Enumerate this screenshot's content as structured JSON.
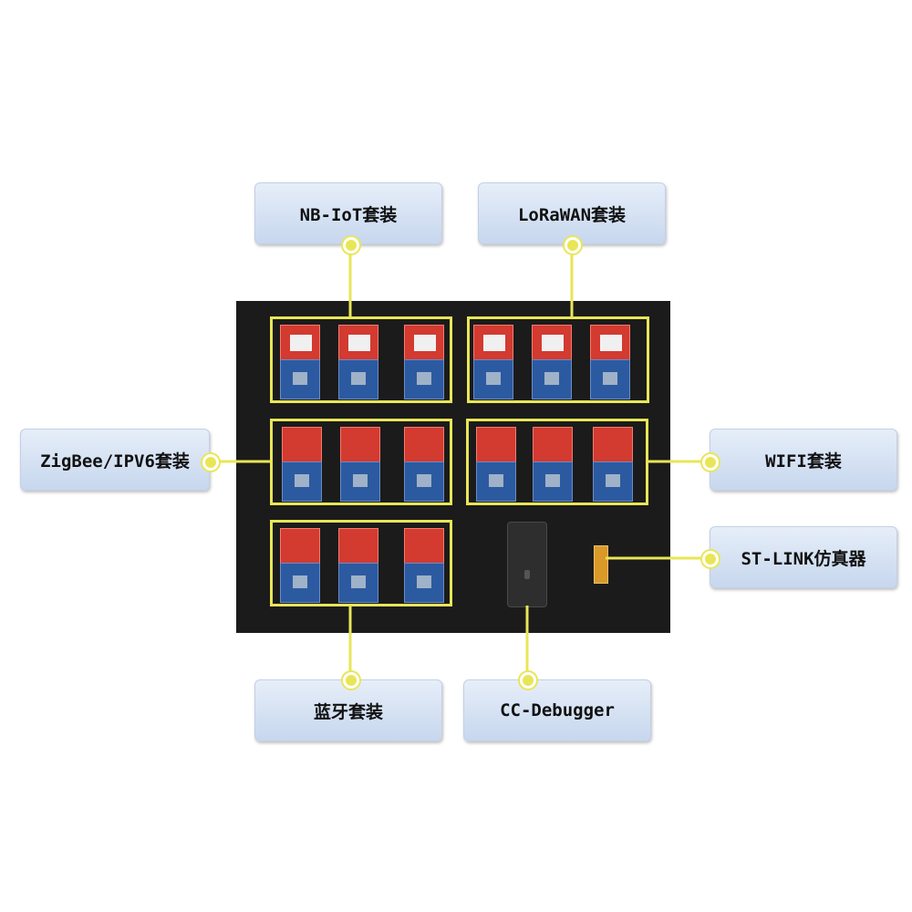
{
  "labels": {
    "nbiot": "NB-IoT套装",
    "lorawan": "LoRaWAN套装",
    "zigbee": "ZigBee/IPV6套装",
    "wifi": "WIFI套装",
    "stlink": "ST-LINK仿真器",
    "bluetooth": "蓝牙套装",
    "ccdebugger": "CC-Debugger"
  },
  "colors": {
    "accent": "#e8e657",
    "tray": "#1b1b1b",
    "label_bg": "#d6e2f3"
  }
}
